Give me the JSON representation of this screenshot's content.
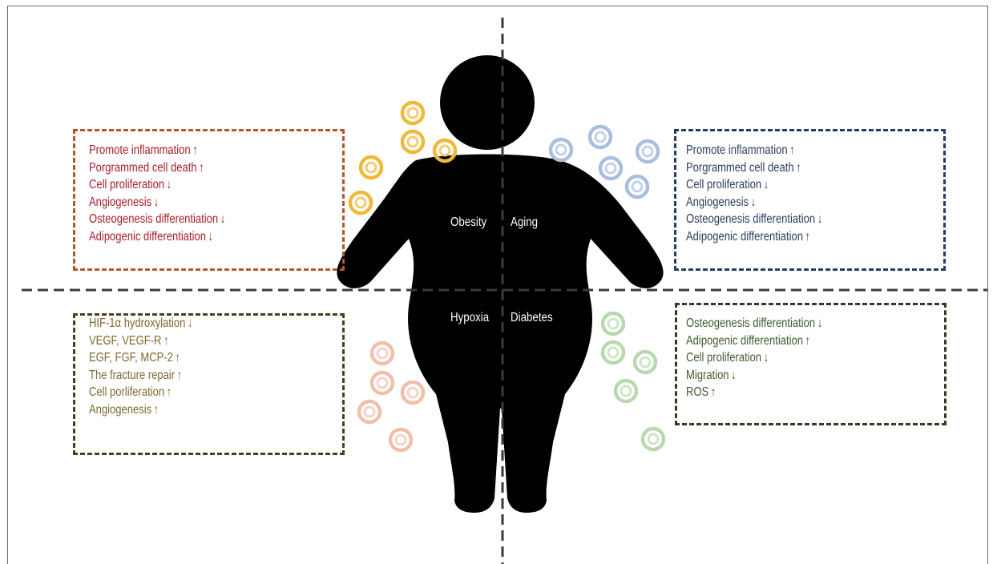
{
  "colors": {
    "obesity_text": "#a52028",
    "obesity_border": "#b5552c",
    "aging_text": "#2b3d5e",
    "aging_border": "#253c63",
    "hypoxia_text": "#7a6a2e",
    "hypoxia_border": "#4a4019",
    "diabetes_text": "#3e5b2b",
    "diabetes_border": "#2e3e20",
    "obesity_cells": "#f0b93a",
    "aging_cells": "#aabedf",
    "hypoxia_cells": "#efc0aa",
    "diabetes_cells": "#b8d8ae",
    "silhouette": "#000000"
  },
  "quadrants": {
    "obesity": {
      "label": "Obesity",
      "effects": [
        {
          "text": "Promote inflammation",
          "arrow": "↑"
        },
        {
          "text": "Porgrammed cell death",
          "arrow": "↑"
        },
        {
          "text": "Cell proliferation",
          "arrow": "↓"
        },
        {
          "text": "Angiogenesis",
          "arrow": "↓"
        },
        {
          "text": "Osteogenesis differentiation",
          "arrow": "↓"
        },
        {
          "text": "Adipogenic differentiation",
          "arrow": "↓"
        }
      ]
    },
    "aging": {
      "label": "Aging",
      "effects": [
        {
          "text": "Promote inflammation",
          "arrow": "↑"
        },
        {
          "text": "Porgrammed cell death",
          "arrow": "↑"
        },
        {
          "text": "Cell proliferation",
          "arrow": "↓"
        },
        {
          "text": "Angiogenesis",
          "arrow": "↓"
        },
        {
          "text": "Osteogenesis differentiation",
          "arrow": "↓"
        },
        {
          "text": "Adipogenic differentiation",
          "arrow": "↑"
        }
      ]
    },
    "hypoxia": {
      "label": "Hypoxia",
      "effects": [
        {
          "text": "HIF-1α hydroxylation",
          "arrow": "↓"
        },
        {
          "text": "VEGF, VEGF-R",
          "arrow": "↑"
        },
        {
          "text": "EGF, FGF, MCP-2",
          "arrow": "↑"
        },
        {
          "text": "The fracture repair",
          "arrow": "↑"
        },
        {
          "text": "Cell porliferation",
          "arrow": "↑"
        },
        {
          "text": "Angiogenesis",
          "arrow": "↑"
        }
      ]
    },
    "diabetes": {
      "label": "Diabetes",
      "effects": [
        {
          "text": "Osteogenesis differentiation",
          "arrow": "↓"
        },
        {
          "text": "Adipogenic differentiation",
          "arrow": "↑"
        },
        {
          "text": "Cell proliferation",
          "arrow": "↓"
        },
        {
          "text": "Migration",
          "arrow": "↓"
        },
        {
          "text": "ROS",
          "arrow": "↑"
        }
      ]
    }
  },
  "icons": {
    "body": "person-silhouette-icon",
    "cells": "stem-cell-icon"
  }
}
